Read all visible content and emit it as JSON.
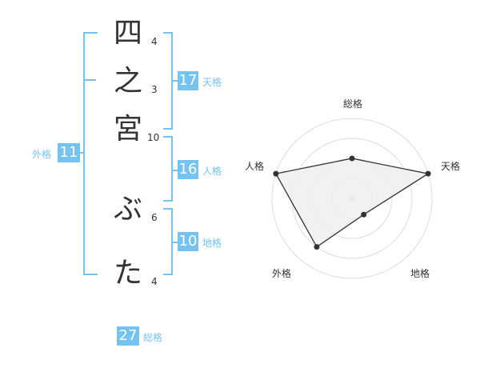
{
  "name": {
    "characters": [
      {
        "char": "四",
        "strokes": "4"
      },
      {
        "char": "之",
        "strokes": "3"
      },
      {
        "char": "宮",
        "strokes": "10"
      },
      {
        "char": "ぶ",
        "strokes": "6"
      },
      {
        "char": "た",
        "strokes": "4"
      }
    ]
  },
  "fortune": {
    "tenkaku": {
      "value": "17",
      "label": "天格"
    },
    "jinkaku": {
      "value": "16",
      "label": "人格"
    },
    "chikaku": {
      "value": "10",
      "label": "地格"
    },
    "gaikaku": {
      "value": "11",
      "label": "外格"
    },
    "soukaku": {
      "value": "27",
      "label": "総格"
    }
  },
  "colors": {
    "accent": "#76c3ef",
    "text": "#333333",
    "grid": "#dddddd",
    "fill": "#eeeeee"
  },
  "chart_data": {
    "type": "radar",
    "axes": [
      "総格",
      "天格",
      "地格",
      "外格",
      "人格"
    ],
    "values": [
      0.5,
      1.0,
      0.25,
      0.75,
      1.0
    ],
    "range": [
      0,
      1
    ],
    "rings": 4
  }
}
